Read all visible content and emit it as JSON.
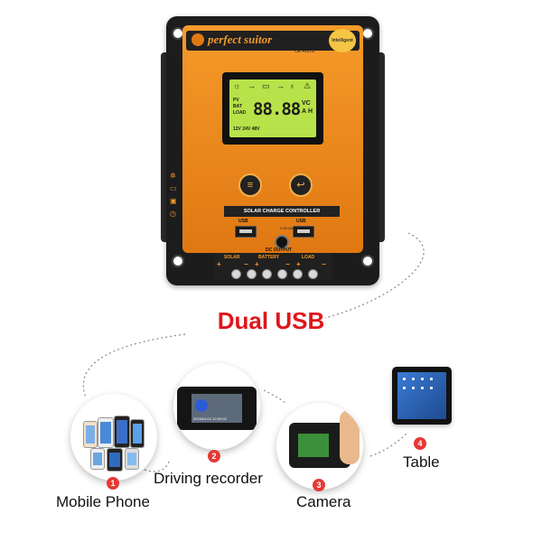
{
  "product": {
    "brand": "perfect suitor",
    "cert_marks": "CE  RoHS",
    "smart_tag": "Intelligent",
    "panel_title": "SOLAR CHARGE CONTROLLER",
    "lcd_labels": {
      "pv": "PV",
      "bat": "BAT",
      "load": "LOAD"
    },
    "lcd_digits": "88.88",
    "lcd_units": {
      "v": "V",
      "c": "C",
      "a": "A",
      "h": "H"
    },
    "lcd_voltages": "12V  24V  48V",
    "usb_symbol": "USB",
    "usb_rating": "2.5A Max",
    "dc_output_label": "DC OUTPUT",
    "terminals": [
      "SOLAR",
      "BATTERY",
      "LOAD"
    ],
    "terminal_signs": [
      "+",
      "−",
      "+",
      "−",
      "+",
      "−"
    ],
    "brand_color": "#f59a2a"
  },
  "headline": "Dual USB",
  "devices": [
    {
      "number": "1",
      "label": "Mobile Phone",
      "icon": "smartphones-icon"
    },
    {
      "number": "2",
      "label": "Driving recorder",
      "icon": "dashcam-icon"
    },
    {
      "number": "3",
      "label": "Camera",
      "icon": "camera-icon"
    },
    {
      "number": "4",
      "label": "Table",
      "icon": "tablet-icon"
    }
  ],
  "recorder_timestamp": "2016/01/12  10:02:02",
  "accent_color": "#e0161b"
}
